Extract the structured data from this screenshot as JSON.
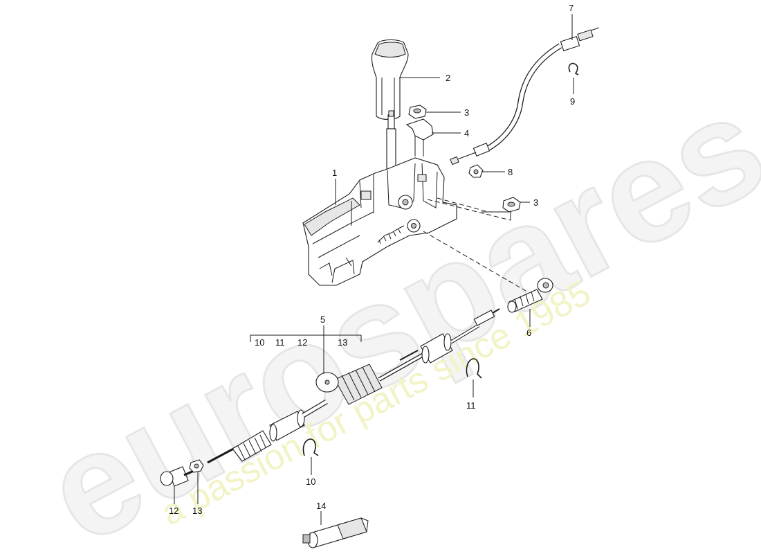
{
  "watermark": {
    "brand": "eurospares",
    "tagline": "a passion for parts since 1985",
    "brand_color": "#e8e8e8",
    "tagline_color": "#f0f0b8"
  },
  "callouts": {
    "p1": "1",
    "p2": "2",
    "p3a": "3",
    "p3b": "3",
    "p4": "4",
    "p5": "5",
    "p6": "6",
    "p7": "7",
    "p8": "8",
    "p9": "9",
    "p10": "10",
    "p11": "11",
    "p12": "12",
    "p13": "13",
    "p14": "14",
    "kit": [
      "10",
      "11",
      "12",
      "13"
    ]
  }
}
